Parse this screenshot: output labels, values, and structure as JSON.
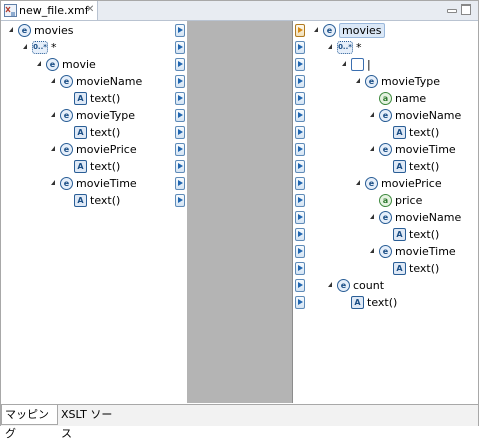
{
  "tab": {
    "title": "new_file.xmf",
    "close": "✕"
  },
  "icons": {
    "element": "e",
    "attribute": "A",
    "attr_at": "a",
    "sequence": "0..*"
  },
  "left_tree": [
    {
      "label": "movies",
      "icon": "element",
      "depth": 0,
      "expanded": true
    },
    {
      "label": "*",
      "icon": "sequence",
      "depth": 1,
      "expanded": true
    },
    {
      "label": "movie",
      "icon": "element",
      "depth": 2,
      "expanded": true
    },
    {
      "label": "movieName",
      "icon": "element",
      "depth": 3,
      "expanded": true
    },
    {
      "label": "text()",
      "icon": "attribute",
      "depth": 4,
      "expanded": false
    },
    {
      "label": "movieType",
      "icon": "element",
      "depth": 3,
      "expanded": true
    },
    {
      "label": "text()",
      "icon": "attribute",
      "depth": 4,
      "expanded": false
    },
    {
      "label": "moviePrice",
      "icon": "element",
      "depth": 3,
      "expanded": true
    },
    {
      "label": "text()",
      "icon": "attribute",
      "depth": 4,
      "expanded": false
    },
    {
      "label": "movieTime",
      "icon": "element",
      "depth": 3,
      "expanded": true
    },
    {
      "label": "text()",
      "icon": "attribute",
      "depth": 4,
      "expanded": false
    }
  ],
  "right_tree": [
    {
      "label": "movies",
      "icon": "element",
      "depth": 0,
      "expanded": true,
      "selected": true
    },
    {
      "label": "*",
      "icon": "sequence",
      "depth": 1,
      "expanded": true
    },
    {
      "label": "|",
      "icon": "choice",
      "depth": 2,
      "expanded": true
    },
    {
      "label": "movieType",
      "icon": "element",
      "depth": 3,
      "expanded": true
    },
    {
      "label": "name",
      "icon": "attr_at",
      "depth": 4,
      "expanded": false
    },
    {
      "label": "movieName",
      "icon": "element",
      "depth": 4,
      "expanded": true
    },
    {
      "label": "text()",
      "icon": "attribute",
      "depth": 5,
      "expanded": false
    },
    {
      "label": "movieTime",
      "icon": "element",
      "depth": 4,
      "expanded": true
    },
    {
      "label": "text()",
      "icon": "attribute",
      "depth": 5,
      "expanded": false
    },
    {
      "label": "moviePrice",
      "icon": "element",
      "depth": 3,
      "expanded": true
    },
    {
      "label": "price",
      "icon": "attr_at",
      "depth": 4,
      "expanded": false
    },
    {
      "label": "movieName",
      "icon": "element",
      "depth": 4,
      "expanded": true
    },
    {
      "label": "text()",
      "icon": "attribute",
      "depth": 5,
      "expanded": false
    },
    {
      "label": "movieTime",
      "icon": "element",
      "depth": 4,
      "expanded": true
    },
    {
      "label": "text()",
      "icon": "attribute",
      "depth": 5,
      "expanded": false
    },
    {
      "label": "count",
      "icon": "element",
      "depth": 1,
      "expanded": true
    },
    {
      "label": "text()",
      "icon": "attribute",
      "depth": 2,
      "expanded": false
    }
  ],
  "bottom_tabs": [
    {
      "label": "マッピング",
      "active": true
    },
    {
      "label": "XSLT ソース",
      "active": false
    }
  ]
}
